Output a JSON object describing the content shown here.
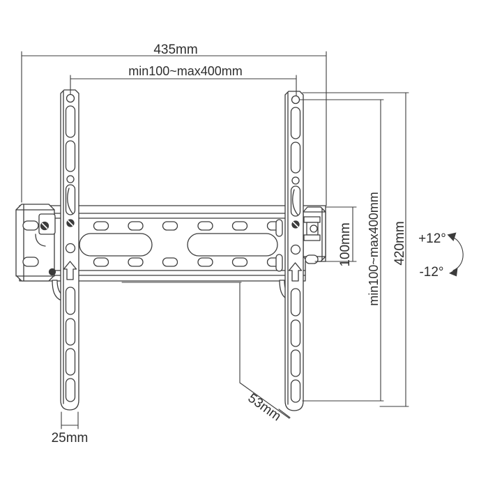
{
  "page": {
    "background": "#ffffff"
  },
  "drawing": {
    "type": "technical-line-drawing",
    "subject": "Tilting TV wall mount bracket dimensional diagram",
    "line_color": "#3b3b3b",
    "text_color": "#2e2e2e",
    "labels": {
      "plate_width": "435mm",
      "vesa_width_range": "min100~max400mm",
      "plate_height": "100mm",
      "vesa_height_range": "min100~max400mm",
      "bracket_height": "420mm",
      "arm_width": "25mm",
      "profile_depth": "53mm",
      "tilt_up": "+12°",
      "tilt_down": "-12°"
    }
  }
}
